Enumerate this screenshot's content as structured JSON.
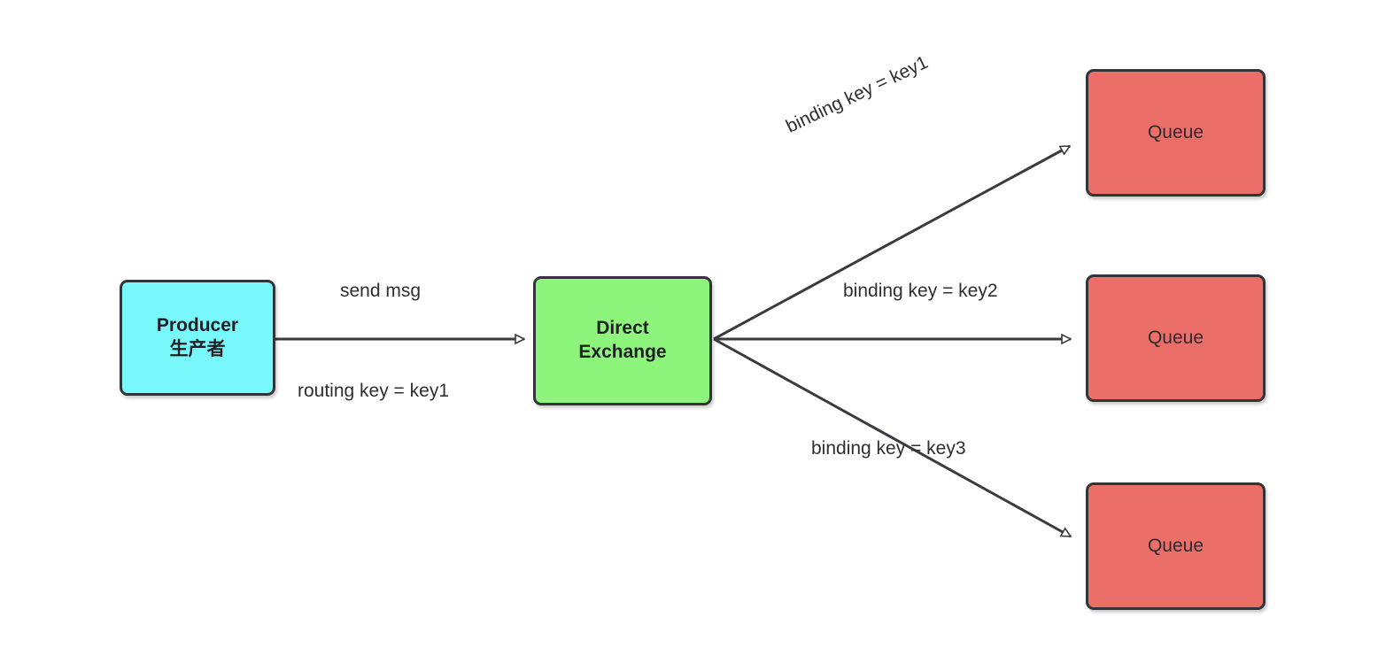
{
  "diagram": {
    "title": "RabbitMQ Direct Exchange routing",
    "background_color": "#ffffff",
    "stroke_color": "#3a3a40"
  },
  "nodes": {
    "producer": {
      "label": "Producer\n生产者",
      "fill": "#79f8fb",
      "border": "#33333a"
    },
    "exchange": {
      "label": "Direct\nExchange",
      "fill": "#8ef57c",
      "border": "#33333a"
    },
    "queues": [
      {
        "label": "Queue",
        "fill": "#ec6e68",
        "border": "#33333a"
      },
      {
        "label": "Queue",
        "fill": "#ec6e68",
        "border": "#33333a"
      },
      {
        "label": "Queue",
        "fill": "#ec6e68",
        "border": "#33333a"
      }
    ]
  },
  "edges": {
    "producer_to_exchange": {
      "label_above": "send msg",
      "label_below": "routing key = key1"
    },
    "exchange_to_queue1": {
      "label": "binding key = key1"
    },
    "exchange_to_queue2": {
      "label": "binding key = key2"
    },
    "exchange_to_queue3": {
      "label": "binding key = key3"
    }
  }
}
